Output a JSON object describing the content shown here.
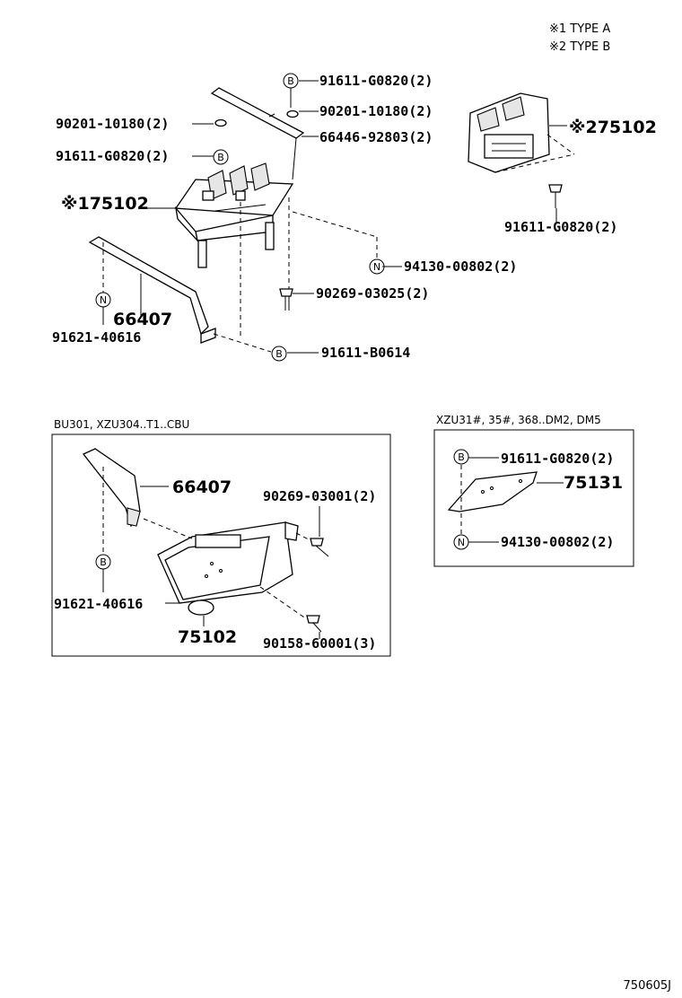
{
  "legend": {
    "type_a": "※1 TYPE A",
    "type_b": "※2 TYPE B"
  },
  "badges": {
    "b": "B",
    "n": "N"
  },
  "upper": {
    "p_91611_g0820_top": "91611-G0820(2)",
    "p_90201_10180_right": "90201-10180(2)",
    "p_66446_92803": "66446-92803(2)",
    "p_90201_10180_left": "90201-10180(2)",
    "p_91611_g0820_left": "91611-G0820(2)",
    "p_75102_type_a": "※175102",
    "p_75102_type_b": "※275102",
    "p_91611_g0820_right": "91611-G0820(2)",
    "p_94130_00802": "94130-00802(2)",
    "p_90269_03025": "90269-03025(2)",
    "p_66407": "66407",
    "p_91621_40616": "91621-40616",
    "p_91611_b0614": "91611-B0614"
  },
  "box_left": {
    "caption": "BU301, XZU304..T1..CBU",
    "p_66407": "66407",
    "p_90269_03001": "90269-03001(2)",
    "p_91621_40616": "91621-40616",
    "p_75102": "75102",
    "p_90158_60001": "90158-60001(3)"
  },
  "box_right": {
    "caption": "XZU31#, 35#, 368..DM2, DM5",
    "p_91611_g0820": "91611-G0820(2)",
    "p_75131": "75131",
    "p_94130_00802": "94130-00802(2)"
  },
  "diagram_code": "750605J"
}
